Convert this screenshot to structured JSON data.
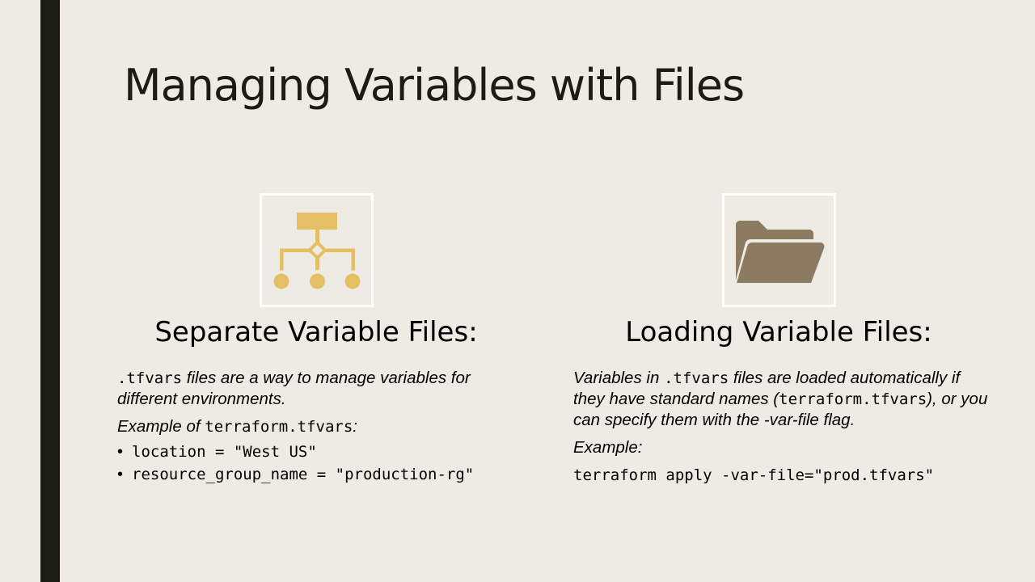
{
  "slide": {
    "title": "Managing Variables with Files"
  },
  "left": {
    "icon": "hierarchy-icon",
    "heading": "Separate Variable Files:",
    "intro_code": ".tfvars",
    "intro_text": " files are a way to manage variables for different environments.",
    "example_prefix": "Example of ",
    "example_code": "terraform.tfvars",
    "example_suffix": ":",
    "bullets": [
      "location = \"West US\"",
      "resource_group_name = \"production-rg\""
    ]
  },
  "right": {
    "icon": "open-folder-icon",
    "heading": "Loading Variable Files:",
    "intro_a": "Variables in ",
    "intro_code": ".tfvars",
    "intro_b": " files are loaded automatically if they have standard names (",
    "intro_code2": "terraform.tfvars",
    "intro_c": "), or you can specify them with the -var-file flag.",
    "example_label": "Example:",
    "command": "terraform apply -var-file=\"prod.tfvars\""
  },
  "colors": {
    "background": "#edebe3",
    "accent_bar": "#1b1c12",
    "hierarchy_icon": "#e5bf66",
    "folder_icon": "#8b7c61"
  }
}
